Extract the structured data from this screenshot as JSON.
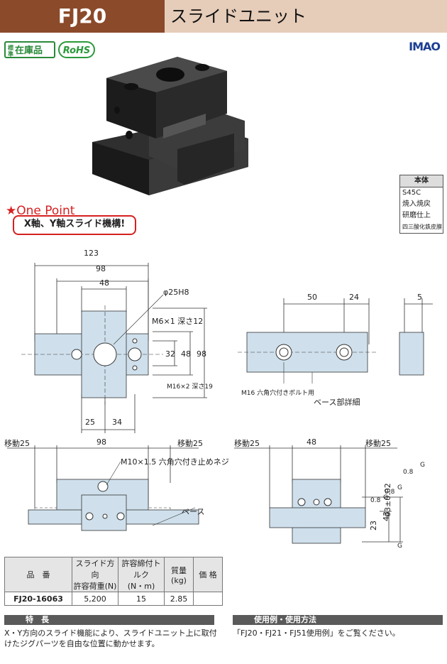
{
  "header": {
    "code": "FJ20",
    "name": "スライドユニット"
  },
  "badges": {
    "standard_small": "標準",
    "standard": "在庫品",
    "rohs": "RoHS"
  },
  "brand": "IMAO",
  "material": {
    "title": "本体",
    "lines": [
      "S45C",
      "焼入焼戻",
      "研磨仕上",
      "四三酸化鉄皮膜"
    ]
  },
  "one_point": {
    "title": "★One Point",
    "text": "X軸、Y軸スライド機構!"
  },
  "drawing_top": {
    "dim_123": "123",
    "dim_98": "98",
    "dim_48": "48",
    "phi": "φ25H8",
    "tap1": "M6×1 深さ12",
    "tap2": "M16×2 深さ19",
    "dim_32": "32",
    "dim_48v": "48",
    "dim_98v": "98",
    "dim_25": "25",
    "dim_34": "34"
  },
  "drawing_base": {
    "dim_50": "50",
    "dim_24": "24",
    "dim_5": "5",
    "bolt": "M16 六角穴付きボルト用",
    "detail": "ベース部詳細"
  },
  "drawing_bottom_left": {
    "move_l": "移動25",
    "dim_98": "98",
    "move_r": "移動25",
    "screw": "M10×1.5 六角穴付き止めネジ",
    "base": "ベース"
  },
  "drawing_bottom_right": {
    "move_l": "移動25",
    "dim_48": "48",
    "move_r": "移動25",
    "dim_63": "63±0.02",
    "dim_43": "43",
    "dim_23": "23",
    "g1": "G",
    "g2": "G",
    "g3": "G",
    "g4": "G",
    "f1": "0.8",
    "f2": "0.8",
    "f3": "0.8"
  },
  "table": {
    "headers": {
      "code": "品　番",
      "load_1": "スライド方向",
      "load_2": "許容荷重(N)",
      "torque_1": "許容締付トルク",
      "torque_2": "(N・m)",
      "mass_1": "質量",
      "mass_2": "(kg)",
      "price": "価 格"
    },
    "rows": [
      {
        "code": "FJ20-16063",
        "load": "5,200",
        "torque": "15",
        "mass": "2.85",
        "price": ""
      }
    ]
  },
  "features": {
    "title": "特　長",
    "lines": [
      "X・Y方向のスライド機能により、スライドユニット上に取付",
      "けたジグパーツを自由な位置に動かせます。"
    ]
  },
  "usage": {
    "title": "使用例・使用方法",
    "text": "「FJ20・FJ21・FJ51使用例」をご覧ください。"
  }
}
